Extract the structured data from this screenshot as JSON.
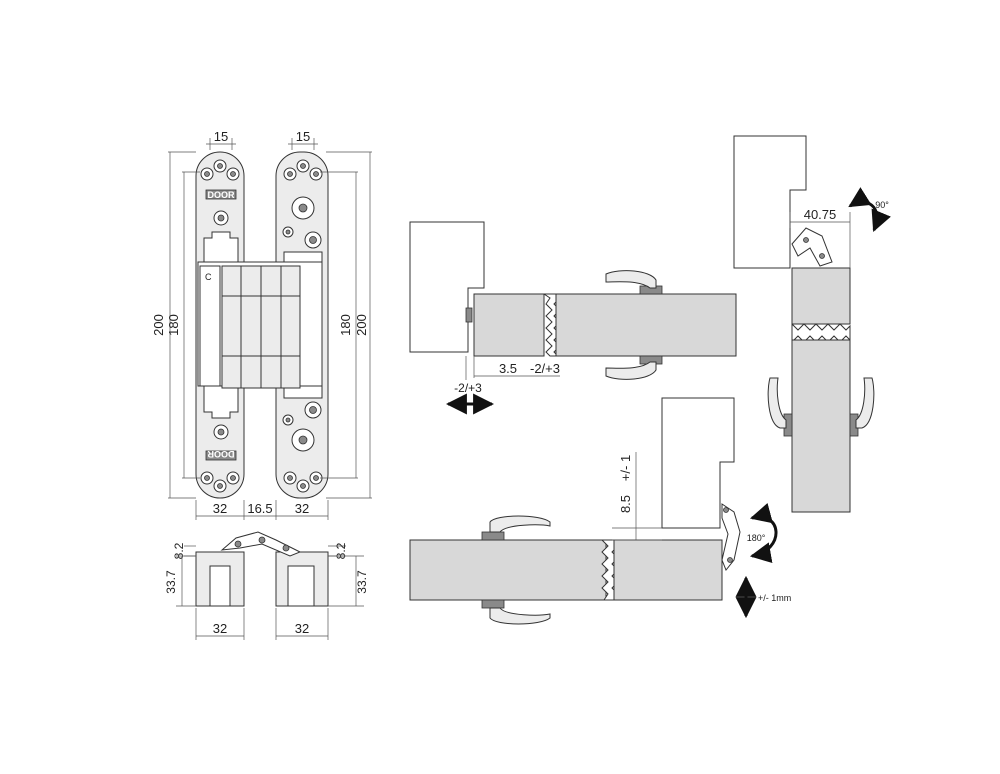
{
  "hinge_front": {
    "top_width_left": "15",
    "top_width_right": "15",
    "height_outer_left": "200",
    "height_inner_left": "180",
    "height_inner_right": "180",
    "height_outer_right": "200",
    "bottom_left": "32",
    "bottom_gap": "16.5",
    "bottom_right": "32",
    "plate_label_top": "DOOR",
    "plate_label_bottom": "DOOR"
  },
  "hinge_side": {
    "top_left": "8.2",
    "top_right": "8.2",
    "height_left": "33.7",
    "height_right": "33.7",
    "width_left": "32",
    "width_right": "32"
  },
  "adjust_lateral": {
    "range": "-2/+3",
    "offset": "3.5",
    "offset_range": "-2/+3"
  },
  "adjust_90": {
    "offset": "40.75",
    "angle": "90°"
  },
  "adjust_180": {
    "offset": "8.5",
    "offset_range": "+/- 1",
    "angle": "180°",
    "vertical": "+/-  1mm"
  }
}
